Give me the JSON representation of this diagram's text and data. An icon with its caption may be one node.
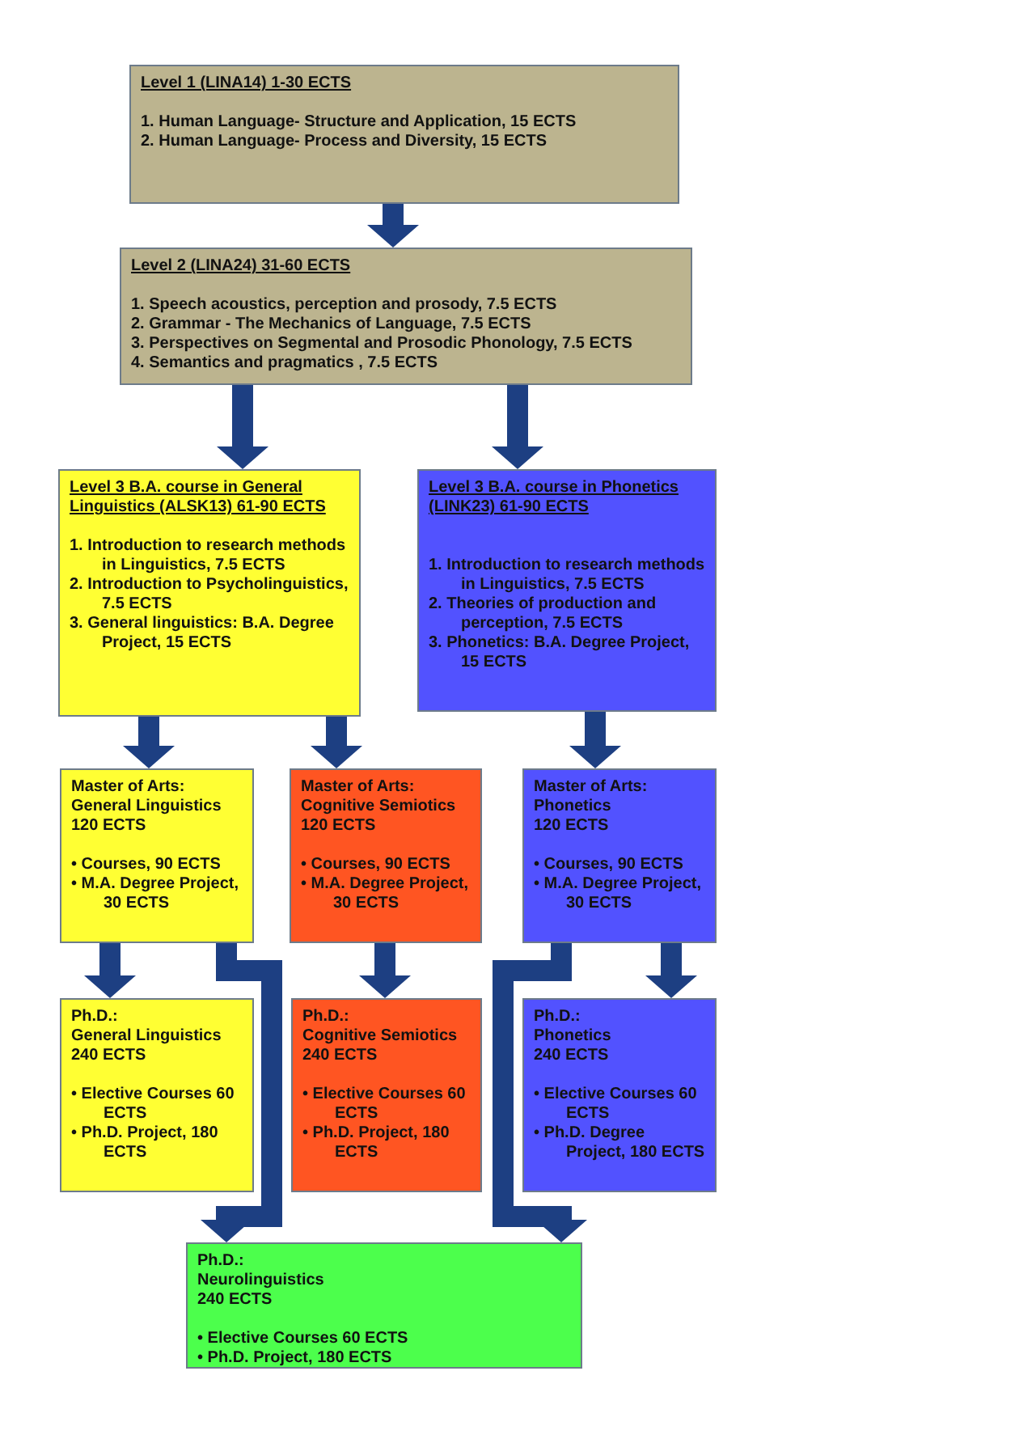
{
  "diagram": {
    "nodes": [
      {
        "text": [
          "Level 1 (LINA14) 1-30 ECTS",
          "1. Human Language- Structure and Application, 15 ECTS",
          "2. Human Language- Process and Diversity, 15 ECTS"
        ]
      },
      {
        "text": [
          "Level 2 (LINA24) 31-60 ECTS",
          "1. Speech acoustics, perception and prosody, 7.5 ECTS",
          "2. Grammar - The Mechanics of Language, 7.5 ECTS",
          "3. Perspectives on Segmental and Prosodic Phonology, 7.5 ECTS",
          "4. Semantics and pragmatics , 7.5 ECTS"
        ]
      },
      {
        "text": [
          "Level 3 B.A. course in General Linguistics (ALSK13) 61-90 ECTS",
          "1. Introduction to research methods in Linguistics, 7.5 ECTS",
          "2. Introduction to Psycholinguistics, 7.5 ECTS",
          "3. General linguistics: B.A. Degree Project, 15 ECTS"
        ]
      },
      {
        "text": [
          "Level 3 B.A. course in Phonetics (LINK23) 61-90 ECTS",
          "1. Introduction to research methods in Linguistics, 7.5 ECTS",
          "2. Theories of production and perception, 7.5 ECTS",
          "3. Phonetics: B.A. Degree Project, 15 ECTS"
        ]
      },
      {
        "text": [
          "Master of Arts:",
          "General Linguistics",
          "120 ECTS",
          "• Courses, 90 ECTS",
          "• M.A. Degree Project, 30 ECTS"
        ]
      },
      {
        "text": [
          "Master of Arts:",
          "Cognitive Semiotics",
          "120 ECTS",
          "• Courses, 90 ECTS",
          "• M.A. Degree Project, 30 ECTS"
        ]
      },
      {
        "text": [
          "Master of Arts:",
          "Phonetics",
          "120 ECTS",
          "• Courses, 90 ECTS",
          "• M.A. Degree Project, 30 ECTS"
        ]
      },
      {
        "text": [
          "Ph.D.:",
          "General Linguistics",
          "240 ECTS",
          "• Elective Courses 60 ECTS",
          "• Ph.D. Project, 180 ECTS"
        ]
      },
      {
        "text": [
          "Ph.D.:",
          "Cognitive Semiotics",
          "240 ECTS",
          "• Elective Courses 60 ECTS",
          "• Ph.D. Project, 180 ECTS"
        ]
      },
      {
        "text": [
          "Ph.D.:",
          "Phonetics",
          "240 ECTS",
          "• Elective Courses 60 ECTS",
          "• Ph.D. Degree Project, 180 ECTS"
        ]
      },
      {
        "text": [
          "Ph.D.:",
          "Neurolinguistics",
          "240 ECTS",
          "• Elective Courses 60 ECTS",
          "• Ph.D. Project, 180 ECTS"
        ]
      }
    ],
    "edges": [
      {
        "from": 0,
        "to": 1,
        "arrow": "to"
      },
      {
        "from": 1,
        "to": 2,
        "arrow": "to"
      },
      {
        "from": 1,
        "to": 3,
        "arrow": "to"
      },
      {
        "from": 2,
        "to": 4,
        "arrow": "to"
      },
      {
        "from": 2,
        "to": 5,
        "arrow": "to"
      },
      {
        "from": 3,
        "to": 6,
        "arrow": "to"
      },
      {
        "from": 4,
        "to": 7,
        "arrow": "to"
      },
      {
        "from": 4,
        "to": 10,
        "arrow": "to"
      },
      {
        "from": 5,
        "to": 8,
        "arrow": "to"
      },
      {
        "from": 6,
        "to": 9,
        "arrow": "to"
      },
      {
        "from": 6,
        "to": 10,
        "arrow": "to"
      }
    ]
  }
}
